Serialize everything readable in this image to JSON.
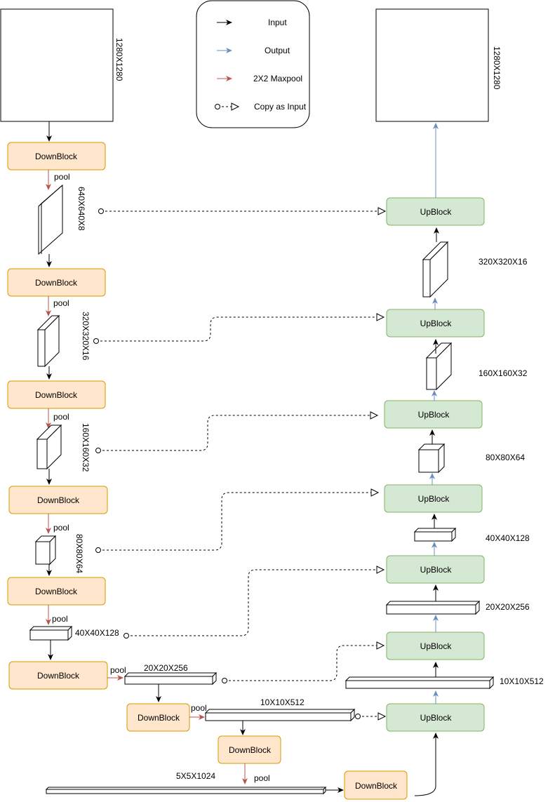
{
  "colors": {
    "input_arrow": "#000000",
    "output_arrow": "#6c8ebf",
    "maxpool_arrow": "#b85450",
    "downblock_fill": "#ffe6cc",
    "downblock_stroke": "#d79b00",
    "upblock_fill": "#d5e8d4",
    "upblock_stroke": "#82b366"
  },
  "legend": {
    "input": "Input",
    "output": "Output",
    "maxpool": "2X2 Maxpool",
    "copy": "Copy as Input"
  },
  "images": {
    "input_size": "1280X1280",
    "output_size": "1280X1280"
  },
  "blocks": {
    "down": "DownBlock",
    "up": "UpBlock"
  },
  "pool_label": "pool",
  "encoder_features": [
    "640X640X8",
    "320X320X16",
    "160X160X32",
    "80X80X64",
    "40X40X128",
    "20X20X256",
    "10X10X512",
    "5X5X1024"
  ],
  "decoder_features": [
    "320X320X16",
    "160X160X32",
    "80X80X64",
    "40X40X128",
    "20X20X256",
    "10X10X512"
  ]
}
